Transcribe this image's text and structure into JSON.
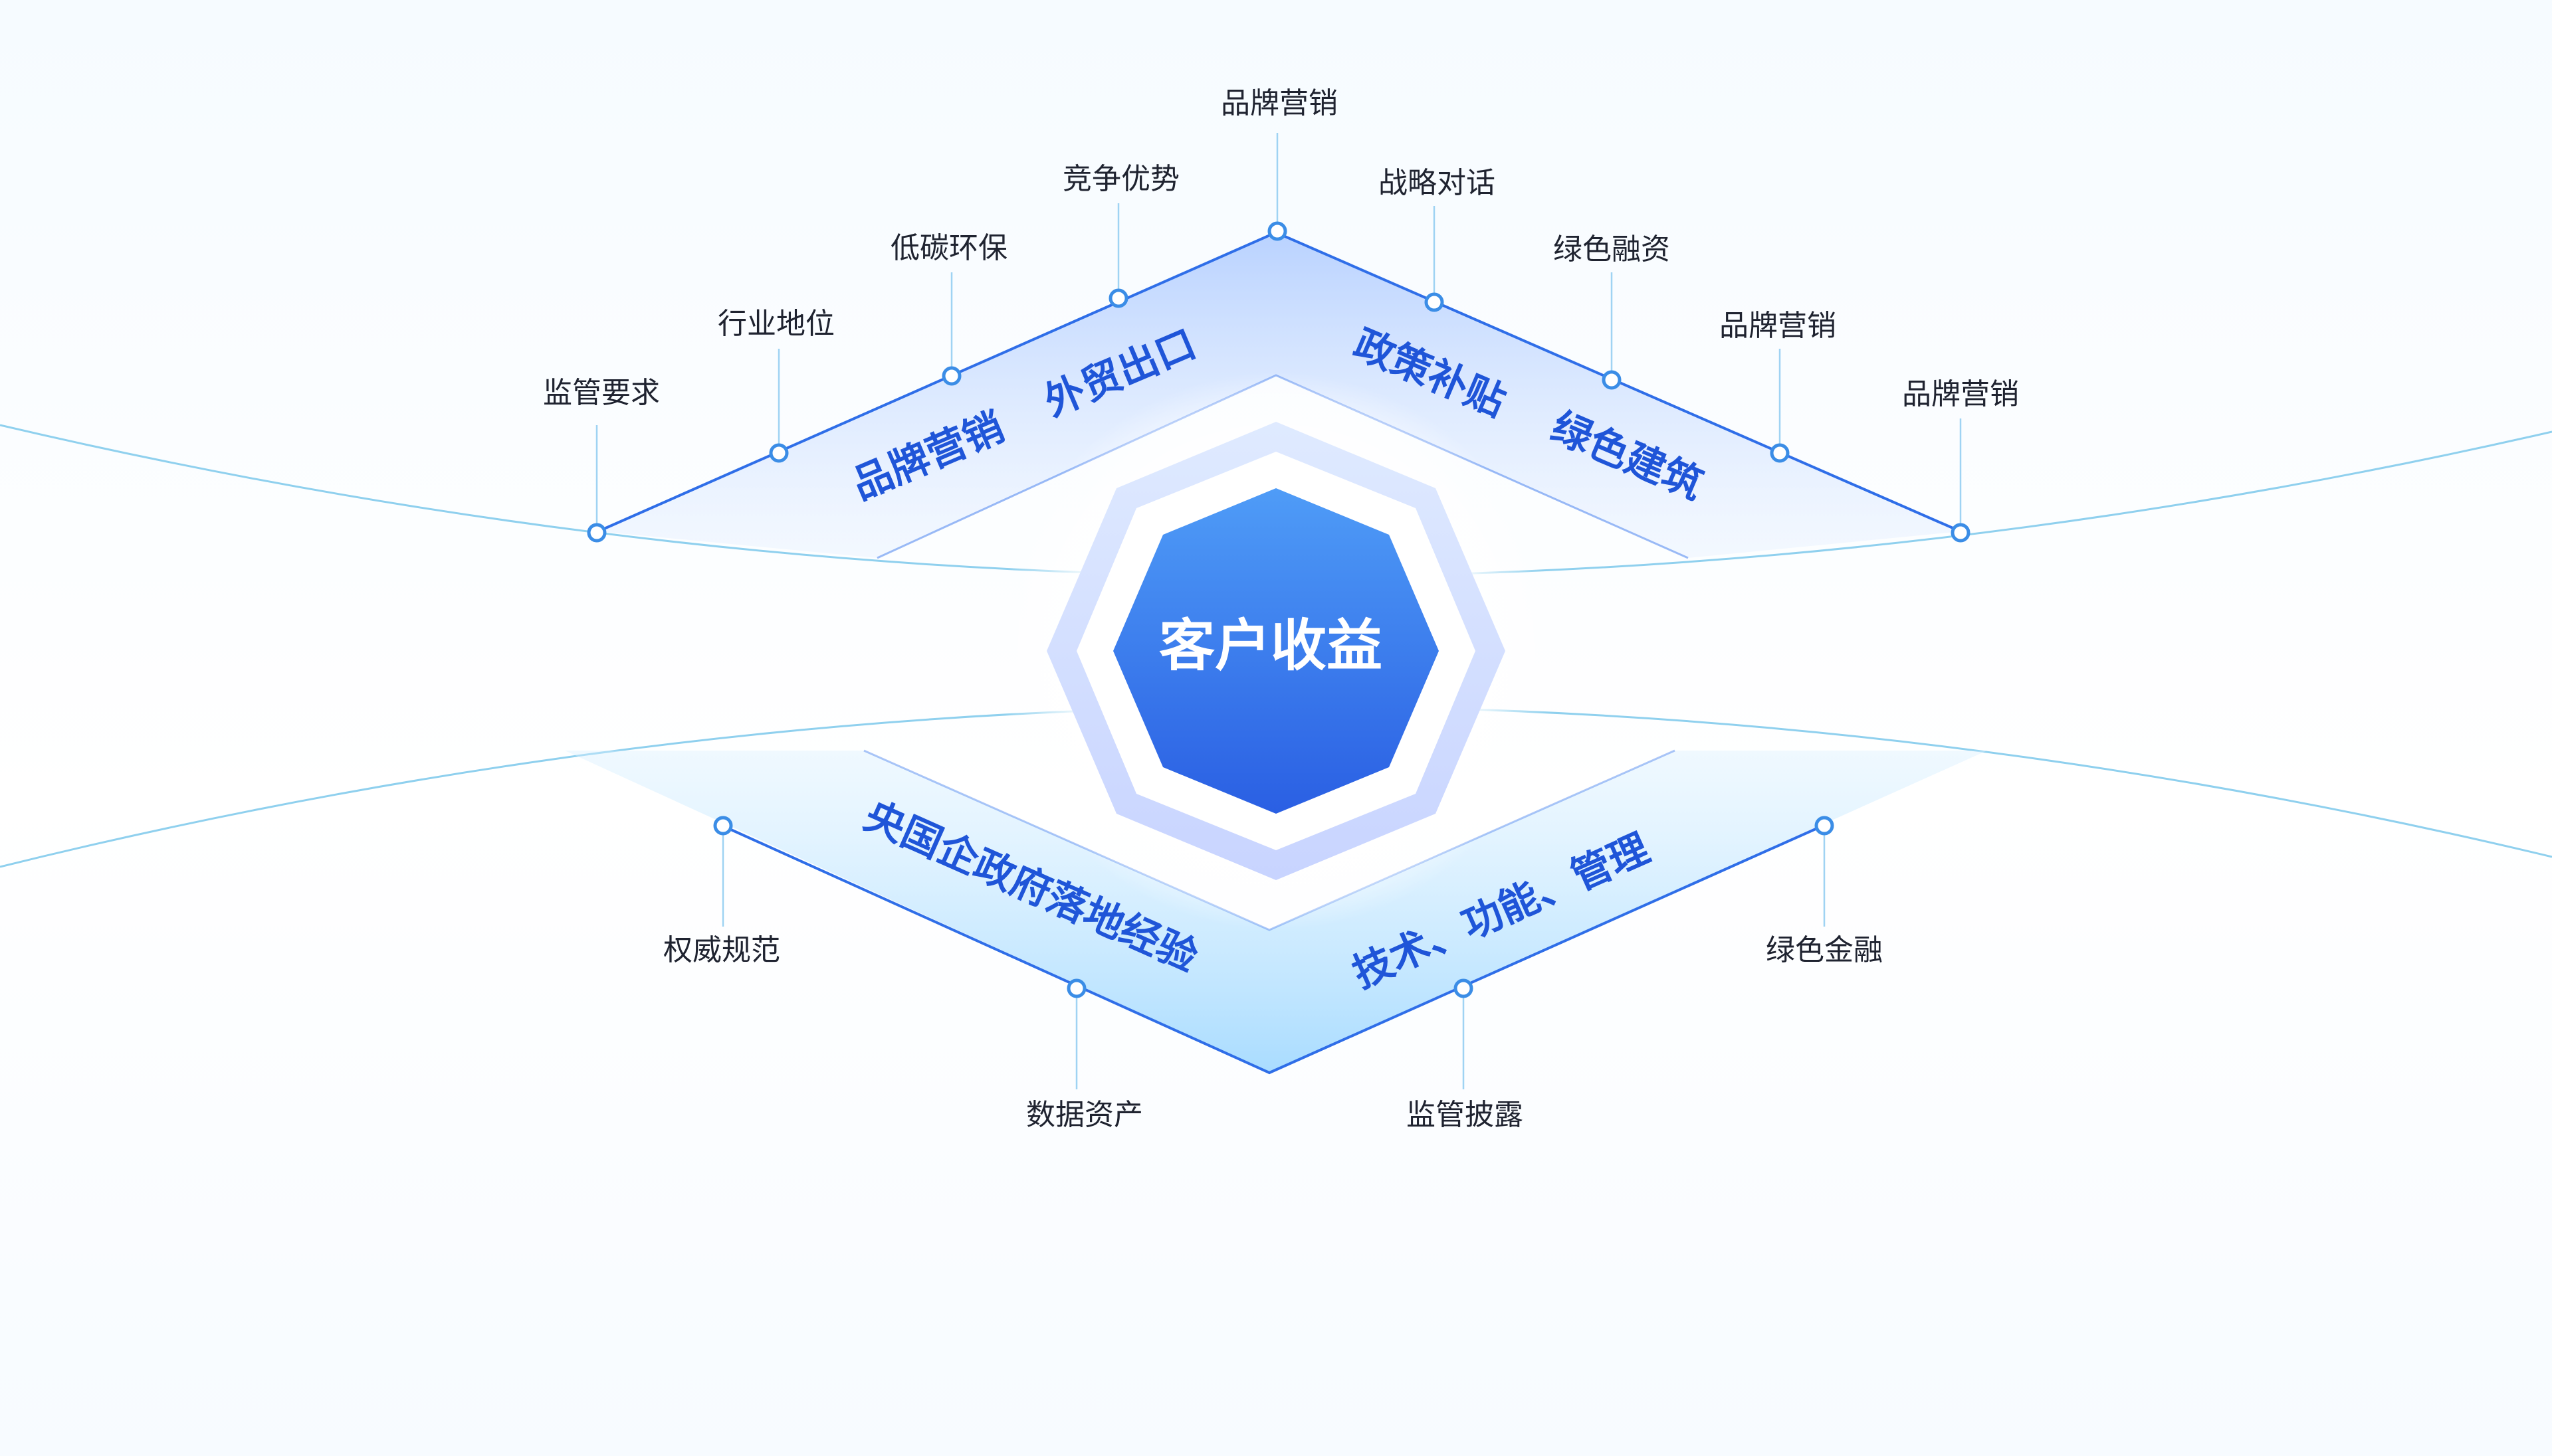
{
  "center": {
    "title": "客户收益"
  },
  "upper_band": {
    "left_labels": [
      "品牌营销",
      "外贸出口"
    ],
    "right_labels": [
      "政策补贴",
      "绿色建筑"
    ]
  },
  "lower_band": {
    "left_label": "央国企政府落地经验",
    "right_label": "技术、功能、管理"
  },
  "upper_nodes": [
    "监管要求",
    "行业地位",
    "低碳环保",
    "竞争优势",
    "品牌营销",
    "战略对话",
    "绿色融资",
    "品牌营销",
    "品牌营销"
  ],
  "lower_nodes": [
    "权威规范",
    "数据资产",
    "监管披露",
    "绿色金融"
  ],
  "colors": {
    "accent": "#1f55d8",
    "line": "#5aa8e8",
    "node_fill": "#ffffff",
    "node_stroke": "#3b8de6",
    "hex_top": "#4f9cf7",
    "hex_bottom": "#2a5fe3"
  }
}
